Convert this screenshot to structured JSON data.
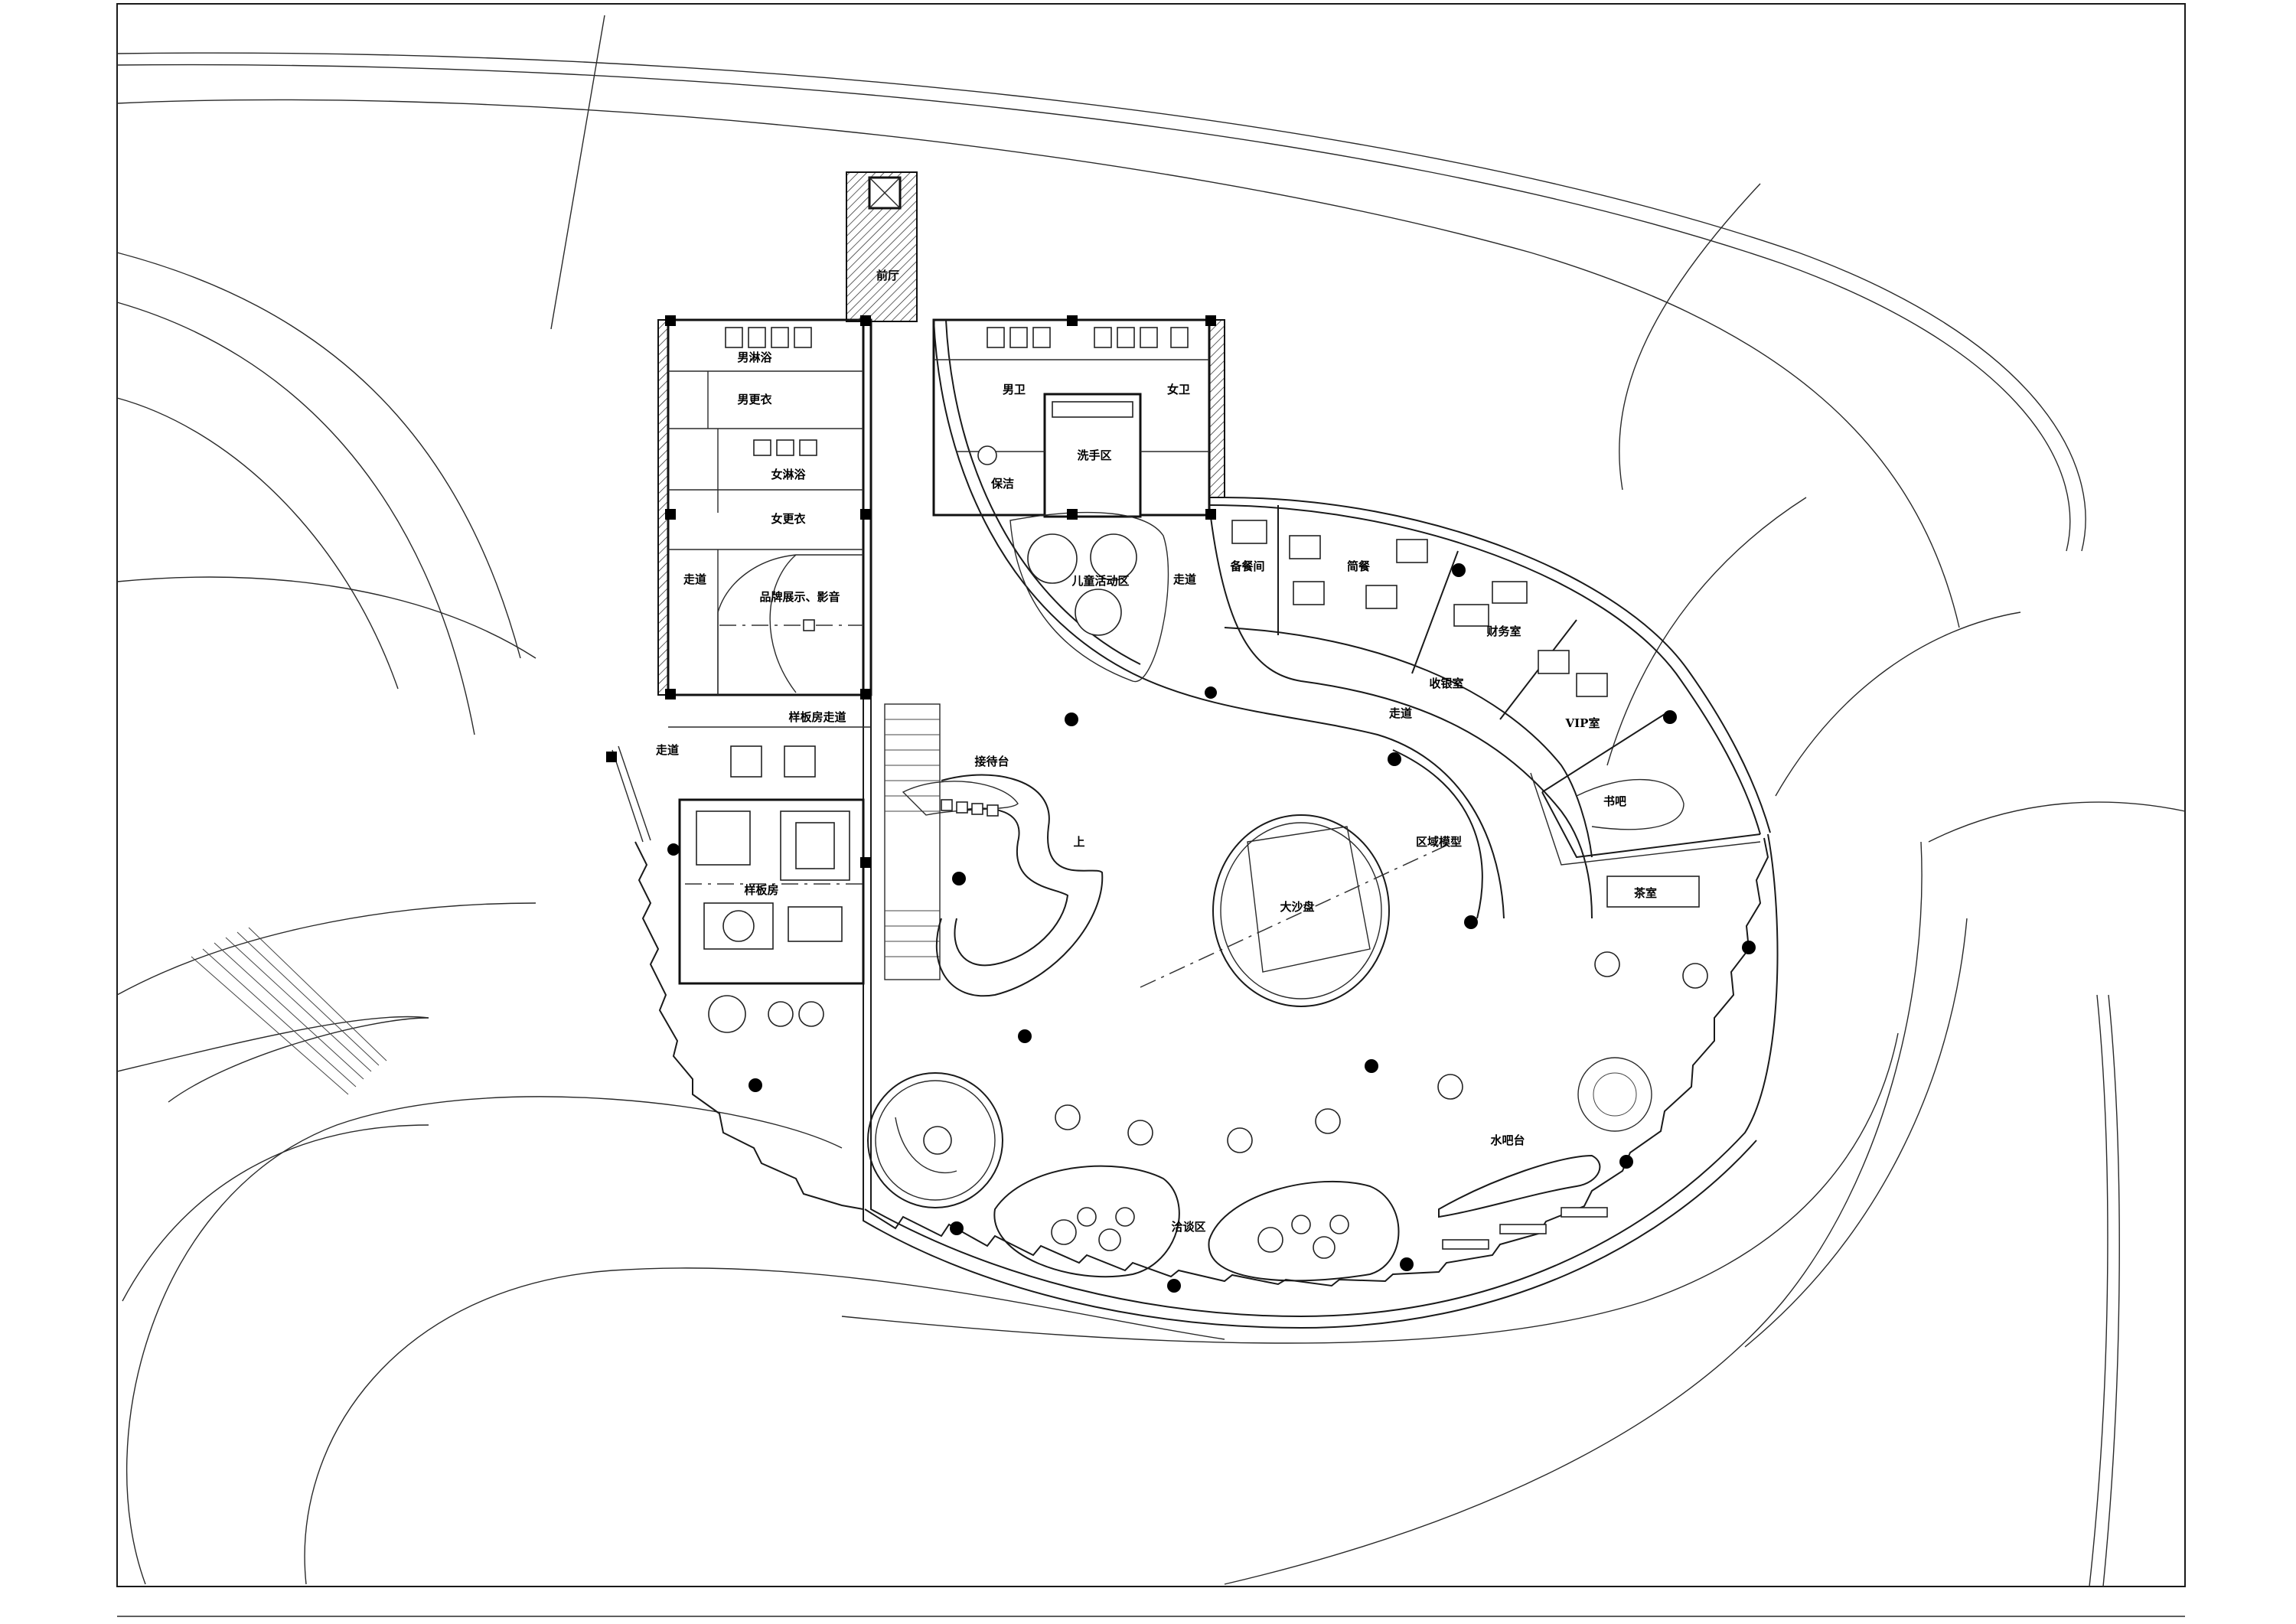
{
  "labels": {
    "lobby_elev": "前厅",
    "men_shower": "男淋浴",
    "men_change": "男更衣",
    "women_shower": "女淋浴",
    "women_change": "女更衣",
    "corridor_w1": "走道",
    "brand_show": "品牌展示、影音",
    "model_corridor": "样板房走道",
    "corridor_w2": "走道",
    "model_room": "样板房",
    "men_wc": "男卫",
    "women_wc": "女卫",
    "wash_area": "洗手区",
    "cleaning": "保洁",
    "kids_area": "儿童活动区",
    "corridor_c": "走道",
    "pantry": "备餐间",
    "staff_dining": "简餐",
    "finance": "财务室",
    "cashier": "收银室",
    "vip": "VIP室",
    "bookbar": "书吧",
    "corridor_e": "走道",
    "reception": "接待台",
    "sandtable": "大沙盘",
    "district_model": "区域模型",
    "tea_room": "茶室",
    "water_bar": "水吧台",
    "negotiation": "洽谈区",
    "up_mark": "上"
  }
}
